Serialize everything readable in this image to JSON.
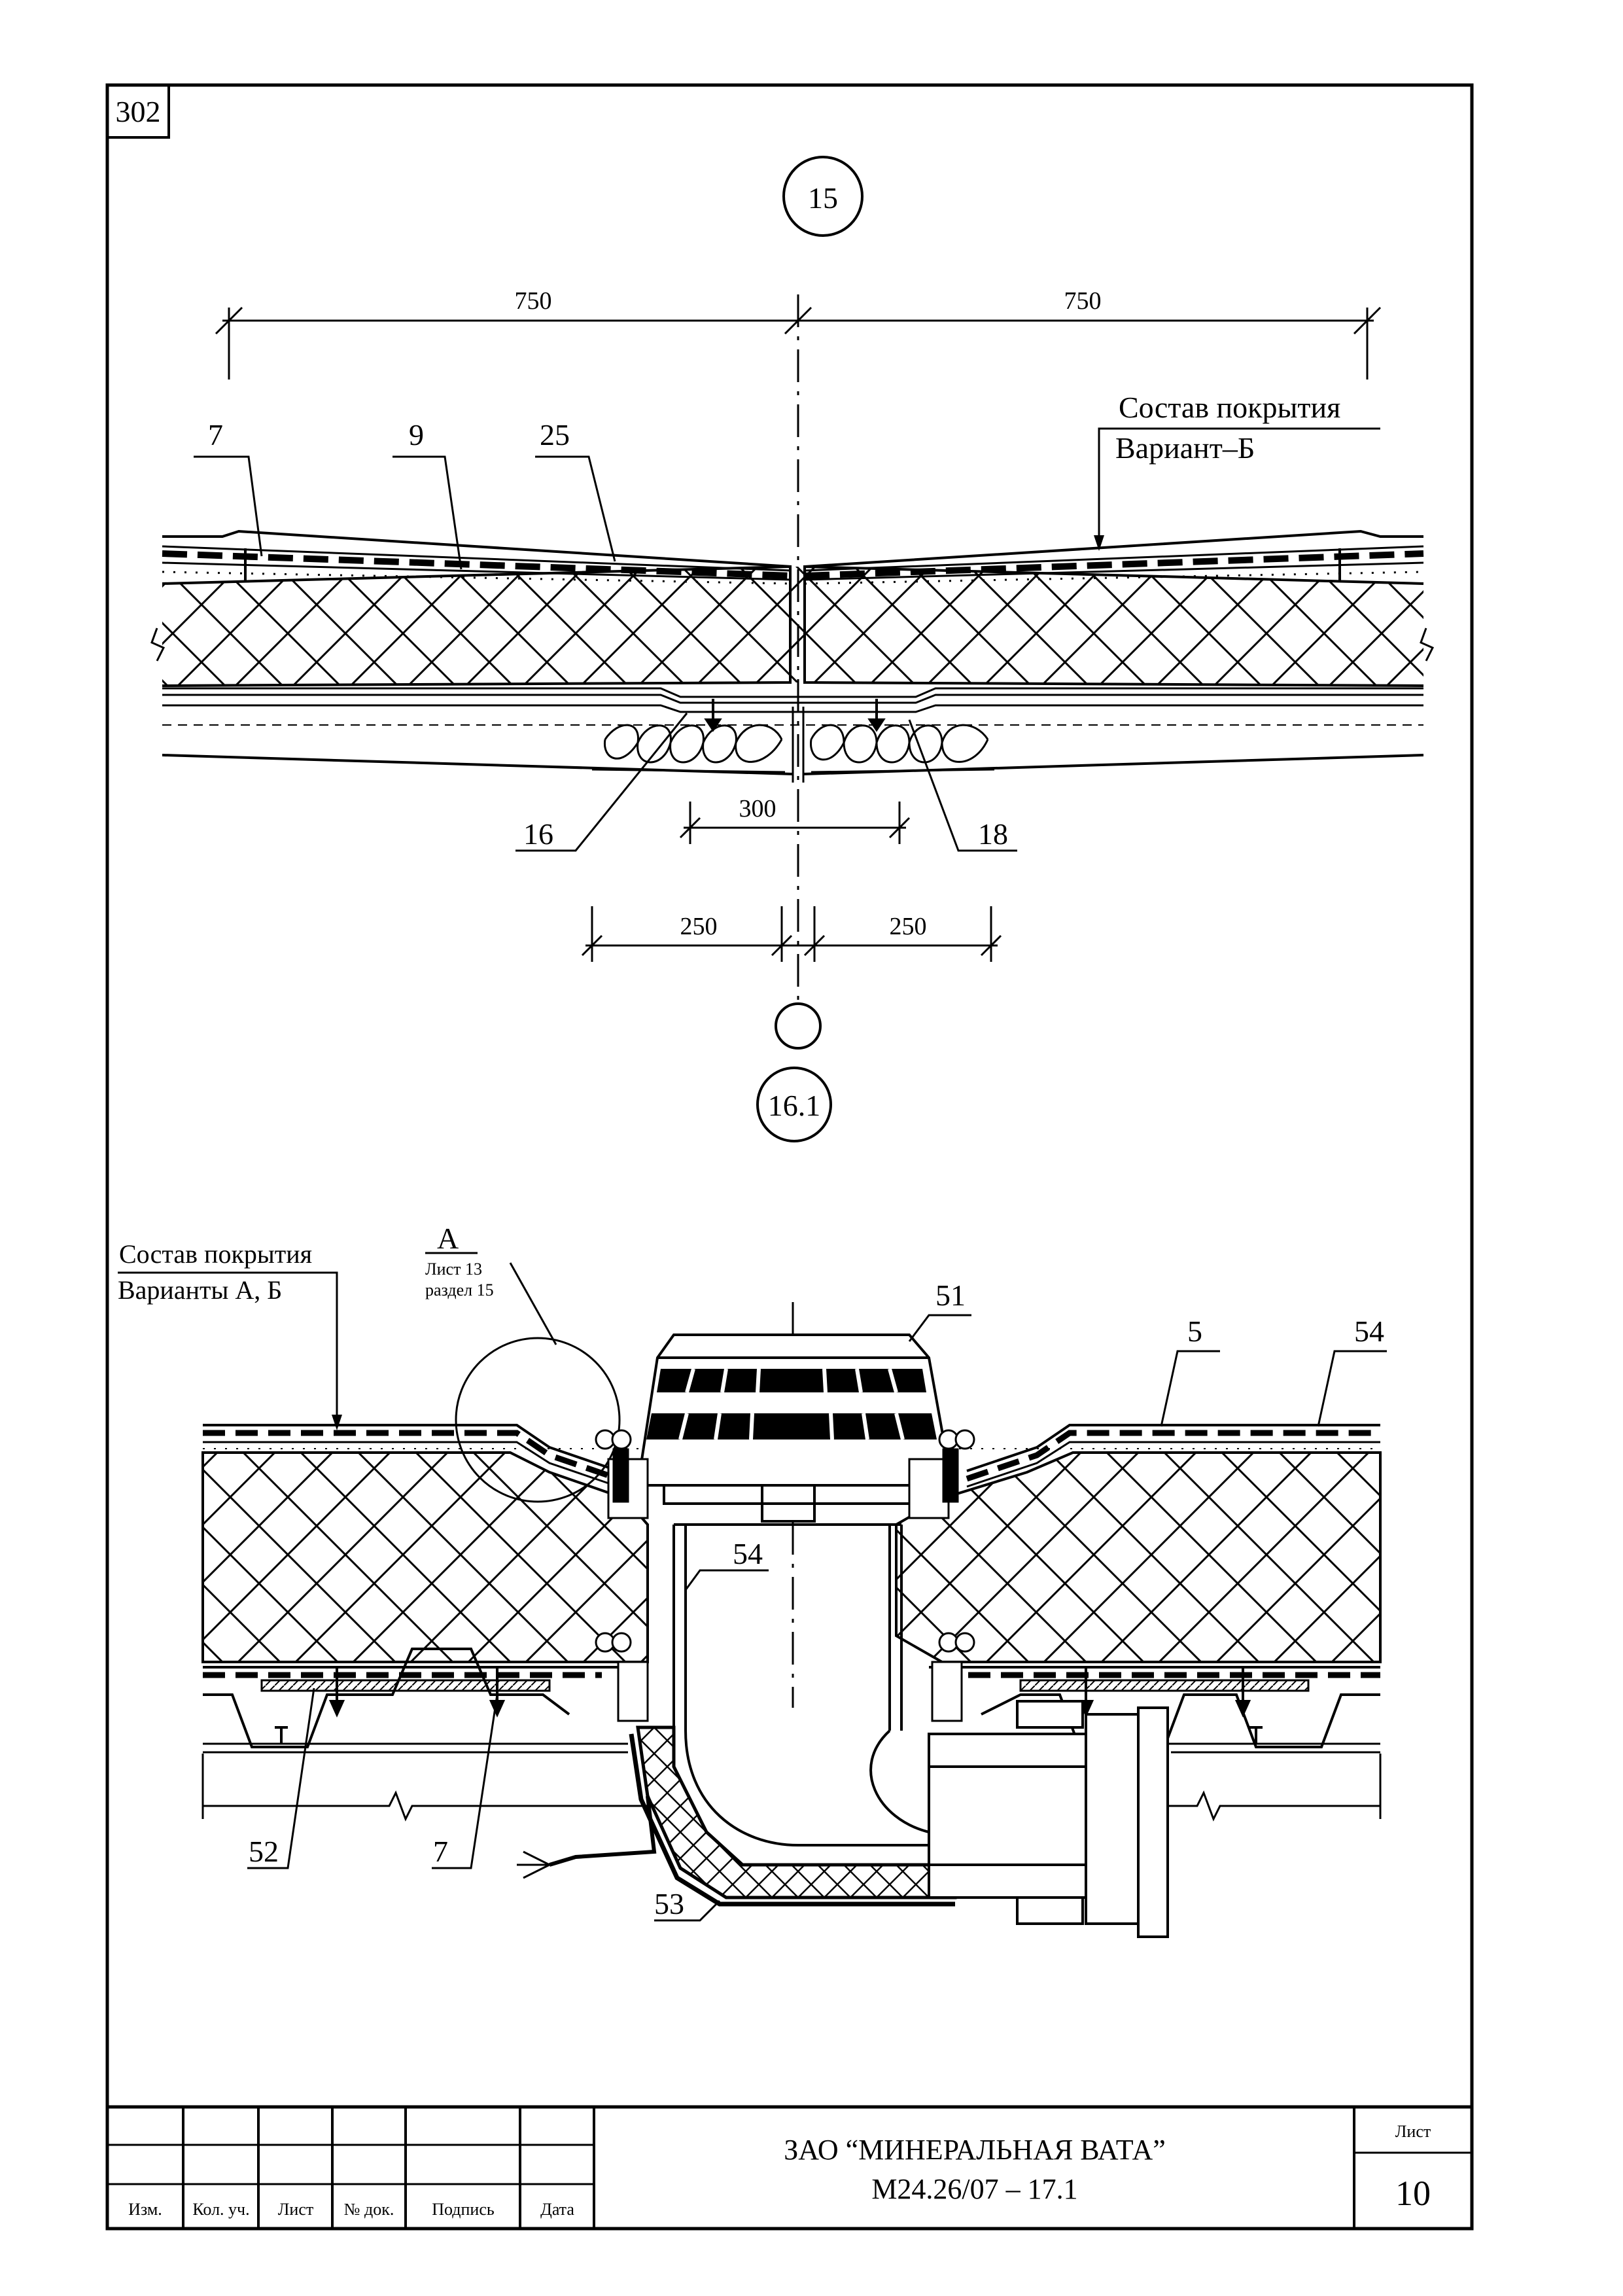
{
  "sheet_number_corner": "302",
  "top_detail": {
    "mark": "15",
    "dims": {
      "left": "750",
      "right": "750",
      "gap": "300",
      "sub_left": "250",
      "sub_right": "250"
    },
    "coating_label": "Состав покрытия",
    "coating_variant": "Вариант–Б",
    "callouts": {
      "c7": "7",
      "c9": "9",
      "c25": "25",
      "c16": "16",
      "c18": "18"
    }
  },
  "bottom_detail": {
    "mark": "16.1",
    "coating_label": "Состав покрытия",
    "coating_variants": "Варианты А, Б",
    "node_letter": "А",
    "node_ref_sheet": "Лист 13",
    "node_ref_section": "раздел 15",
    "callouts": {
      "c51": "51",
      "c5": "5",
      "c54a": "54",
      "c54b": "54",
      "c52": "52",
      "c7": "7",
      "c53": "53"
    }
  },
  "title_block": {
    "headers": [
      "Изм.",
      "Кол. уч.",
      "Лист",
      "№ док.",
      "Подпись",
      "Дата"
    ],
    "company": "ЗАО “МИНЕРАЛЬНАЯ ВАТА”",
    "document_code": "М24.26/07 – 17.1",
    "sheet_label": "Лист",
    "sheet_number": "10"
  }
}
